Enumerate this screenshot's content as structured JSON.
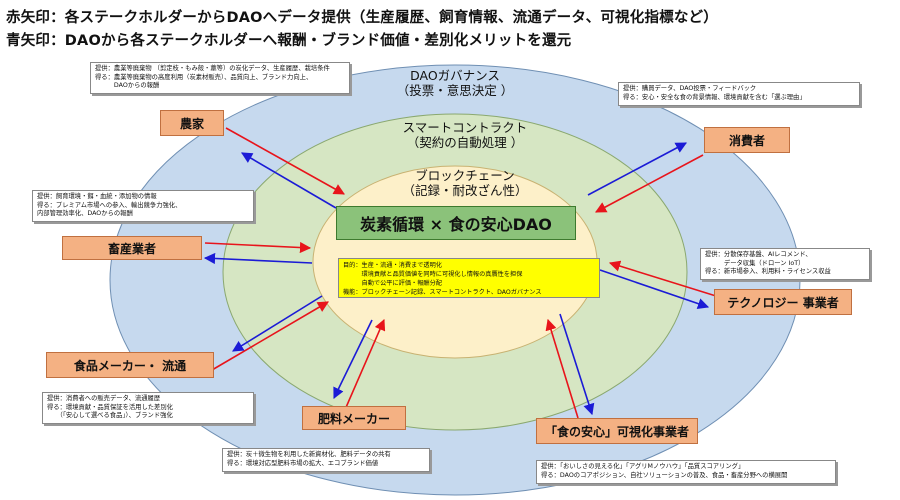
{
  "legend": {
    "red": "赤矢印：各ステークホルダーからDAOへデータ提供（生産履歴、飼育情報、流通データ、可視化指標など）",
    "blue": "青矢印：DAOから各ステークホルダーへ報酬・ブランド価値・差別化メリットを還元"
  },
  "rings": {
    "outer": {
      "title": "DAOガバナンス",
      "subtitle": "（投票・意思決定 ）"
    },
    "middle": {
      "title": "スマートコントラクト",
      "subtitle": "（契約の自動処理 ）"
    },
    "inner": {
      "title": "ブロックチェーン",
      "subtitle": "（記録・耐改ざん性）"
    }
  },
  "center": {
    "title": "炭素循環 × 食の安心DAO",
    "purpose_lines": [
      "目的：生産・流通・消費まで透明化",
      "　　　環境貢献と品質価値を同時に可視化し情報の真贋性を担保",
      "　　　自動で公平に評価・報酬分配",
      "機能：ブロックチェーン記録、スマートコントラクト、DAOガバナンス"
    ]
  },
  "stakeholders": {
    "farmer": "農家",
    "livestock": "畜産業者",
    "food_maker": "食品メーカー・ 流通",
    "fertilizer": "肥料メーカー",
    "visualizer": "「食の安心」可視化事業者",
    "tech": "テクノロジー 事業者",
    "consumer": "消費者"
  },
  "notes": {
    "farmer": [
      "提供：農業等廃棄物 （剪定枝・もみ殻・藁等）の炭化データ、生産履歴、栽培条件",
      "得る：農業等廃棄物の高度利用（炭素材販売）、品質向上、ブランド力向上、",
      "　　　DAOからの報酬"
    ],
    "livestock": [
      "提供：飼育環境・餌・血統・添加物の情報",
      "得る：プレミアム市場への参入、輸出競争力強化、",
      "内部管理効率化、DAOからの報酬"
    ],
    "food_maker": [
      "提供：消費者への販売データ、流通履歴",
      "得る：環境貢献・品質保証を活用した差別化",
      "　　（「安心して選べる食品」）、ブランド強化"
    ],
    "fertilizer": [
      "提供：炭＋微生物を利用した新資材化、肥料データの共有",
      "得る：環境対応型肥料市場の拡大、エコブランド価値"
    ],
    "visualizer": [
      "提供：「おいしさの見える化」「アグリMノウハウ」「品質スコアリング」",
      "得る：DAOのコアポジション、自社ソリューションの普及、食品・畜産分野への横展開"
    ],
    "tech": [
      "提供：分散保存基盤、AIレコメンド、",
      "　　　データ収集（ドローン IoT）",
      "得る：新市場参入、利用料・ライセンス収益"
    ],
    "consumer": [
      "提供：購買データ、DAO投票・フィードバック",
      "得る：安心・安全な食の背景情報、環境貢献を含む「選ぶ理由」"
    ]
  },
  "colors": {
    "outer_ring": "#c6d9ee",
    "middle_ring": "#d6e6c3",
    "inner_ring": "#fdf0c9",
    "dao_box": "#8bc27a",
    "purpose_box": "#ffff00",
    "stakeholder_box": "#f4b183",
    "arrow_red": "#e8141b",
    "arrow_blue": "#1b1bd6"
  }
}
